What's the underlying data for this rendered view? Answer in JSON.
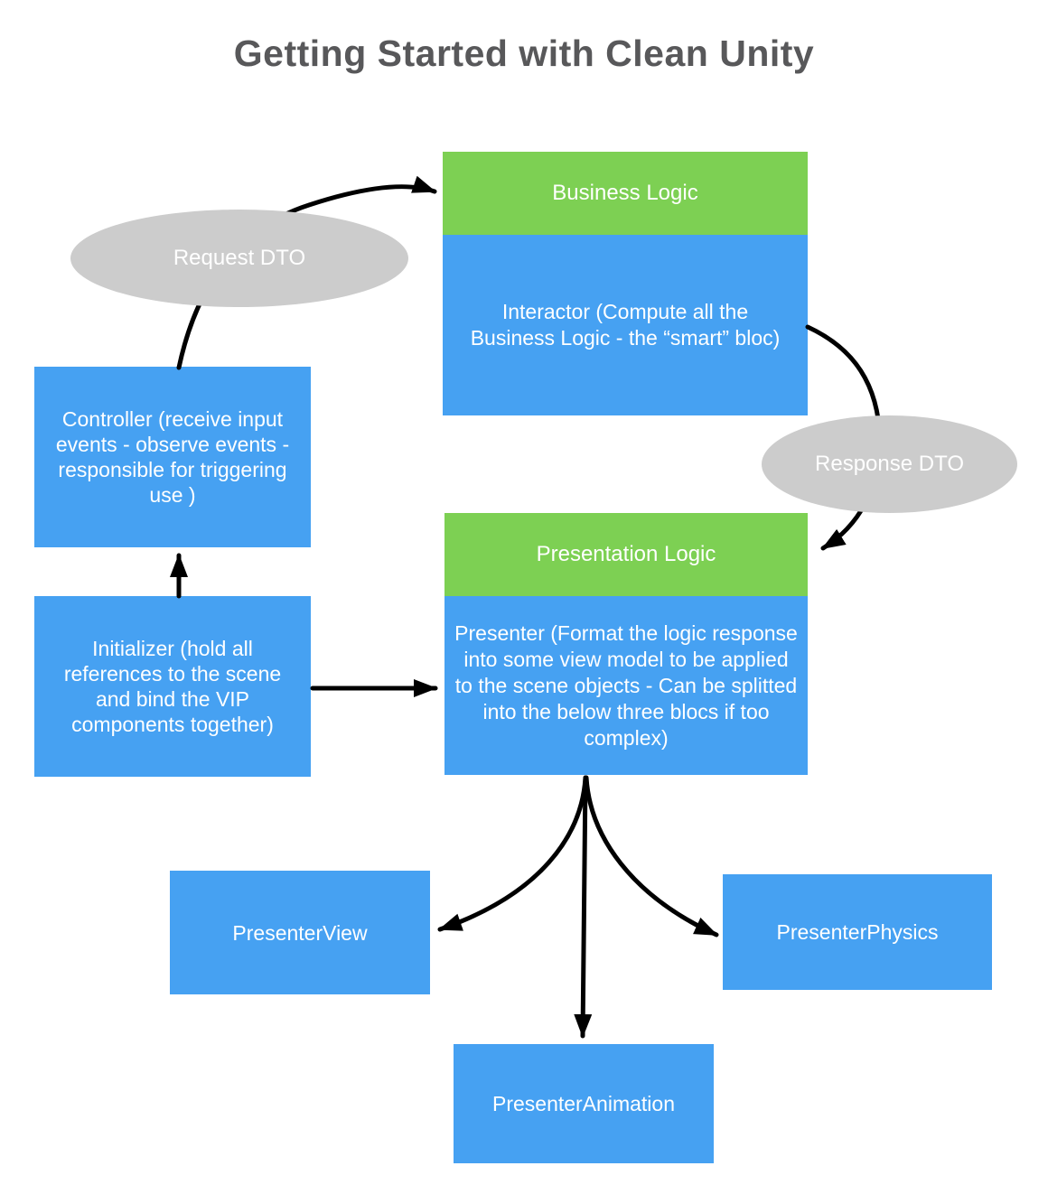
{
  "title": "Getting Started with Clean Unity",
  "colors": {
    "green": "#7DD053",
    "blue": "#46A1F2",
    "gray": "#CCCCCC",
    "title_text": "#58585A",
    "arrow": "#000000",
    "node_text": "#FFFFFF"
  },
  "nodes": {
    "business_logic": {
      "header": "Business Logic",
      "body": "Interactor (Compute all the Business Logic - the “smart” bloc)"
    },
    "presentation_logic": {
      "header": "Presentation Logic",
      "body": "Presenter (Format the logic response into some view model to be applied to the scene objects - Can be splitted into the below three blocs if too complex)"
    },
    "controller": {
      "label": "Controller (receive input events - observe events - responsible for triggering use )"
    },
    "initializer": {
      "label": "Initializer (hold all references to the scene and bind the VIP components together)"
    },
    "presenter_view": {
      "label": "PresenterView"
    },
    "presenter_physics": {
      "label": "PresenterPhysics"
    },
    "presenter_animation": {
      "label": "PresenterAnimation"
    },
    "request_dto": {
      "label": "Request DTO"
    },
    "response_dto": {
      "label": "Response DTO"
    }
  }
}
